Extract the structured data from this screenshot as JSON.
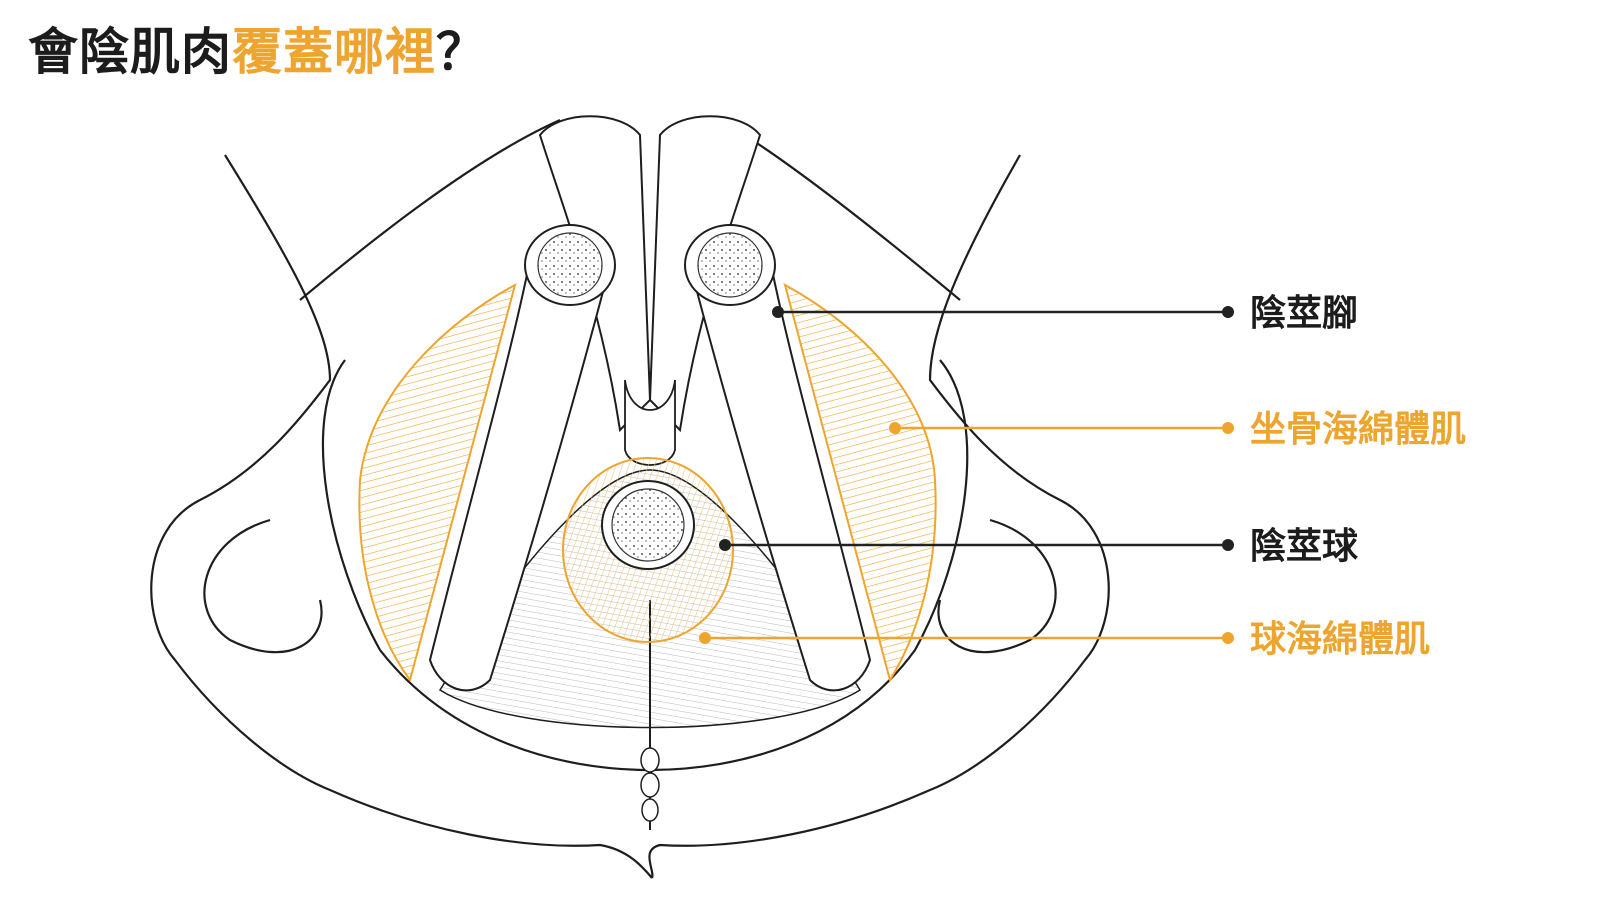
{
  "title": {
    "part1": "會陰肌肉",
    "part2": "覆蓋哪裡",
    "mark": "？"
  },
  "labels": {
    "crus": "陰莖腳",
    "ischiocavernosus": "坐骨海綿體肌",
    "bulb": "陰莖球",
    "bulbospongiosus": "球海綿體肌"
  },
  "colors": {
    "dark": "#1c1c1c",
    "accent": "#eea52f",
    "line": "#222222"
  }
}
